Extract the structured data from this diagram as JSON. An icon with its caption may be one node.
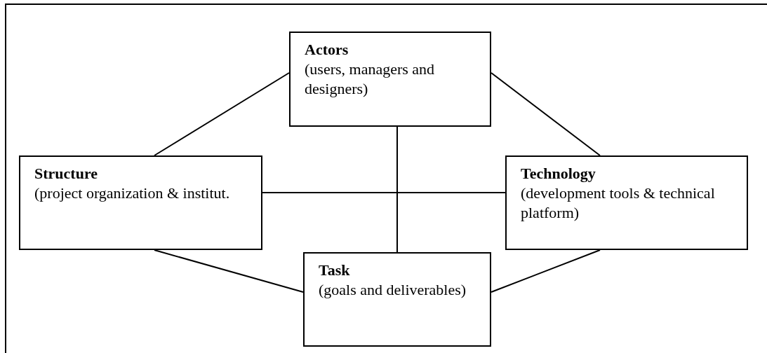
{
  "diagram": {
    "nodes": [
      {
        "text": [
          "Actors",
          "(users, managers and designers)"
        ]
      },
      {
        "text": [
          "Structure",
          "(project organization & institut."
        ]
      },
      {
        "text": [
          "Technology",
          "(development tools & technical platform)"
        ]
      },
      {
        "text": [
          "Task",
          "(goals and deliverables)"
        ]
      }
    ],
    "edges": [
      {
        "from": 0,
        "to": 1,
        "arrow": "none"
      },
      {
        "from": 0,
        "to": 2,
        "arrow": "none"
      },
      {
        "from": 0,
        "to": 3,
        "arrow": "none"
      },
      {
        "from": 1,
        "to": 2,
        "arrow": "none"
      },
      {
        "from": 1,
        "to": 3,
        "arrow": "none"
      },
      {
        "from": 2,
        "to": 3,
        "arrow": "none"
      }
    ]
  }
}
